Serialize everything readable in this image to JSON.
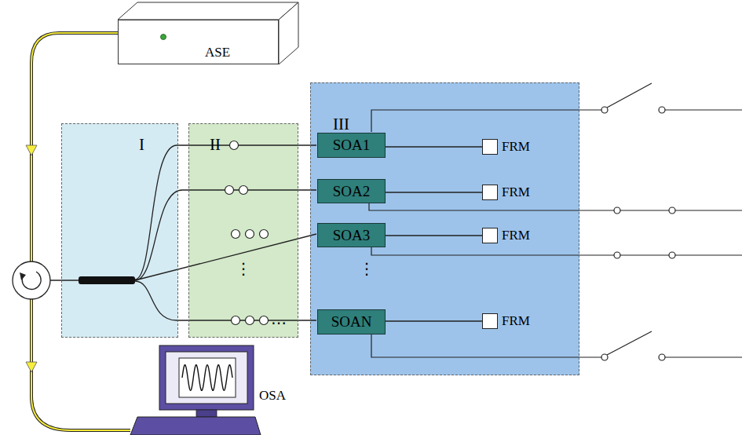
{
  "diagram": {
    "nodes": [
      {
        "text": [
          "ASE"
        ]
      },
      {
        "text": [
          "I"
        ]
      },
      {
        "text": [
          "II"
        ]
      },
      {
        "text": [
          "III"
        ]
      },
      {
        "text": [
          "SOA1"
        ],
        "in": 3
      },
      {
        "text": [
          "FRM"
        ],
        "in": 3
      },
      {
        "text": [
          "SOA2"
        ],
        "in": 3
      },
      {
        "text": [
          "FRM"
        ],
        "in": 3
      },
      {
        "text": [
          "SOA3"
        ],
        "in": 3
      },
      {
        "text": [
          "FRM"
        ],
        "in": 3
      },
      {
        "text": [
          "SOAN"
        ],
        "in": 3
      },
      {
        "text": [
          "FRM"
        ],
        "in": 3
      },
      {
        "text": [
          "OSA"
        ]
      }
    ],
    "edges": [
      {
        "from": 4,
        "to": 5,
        "arrow": "none"
      },
      {
        "from": 6,
        "to": 7,
        "arrow": "none"
      },
      {
        "from": 8,
        "to": 9,
        "arrow": "none"
      },
      {
        "from": 10,
        "to": 11,
        "arrow": "none"
      }
    ],
    "labels": [
      "⋮",
      "⋮",
      "…"
    ]
  }
}
